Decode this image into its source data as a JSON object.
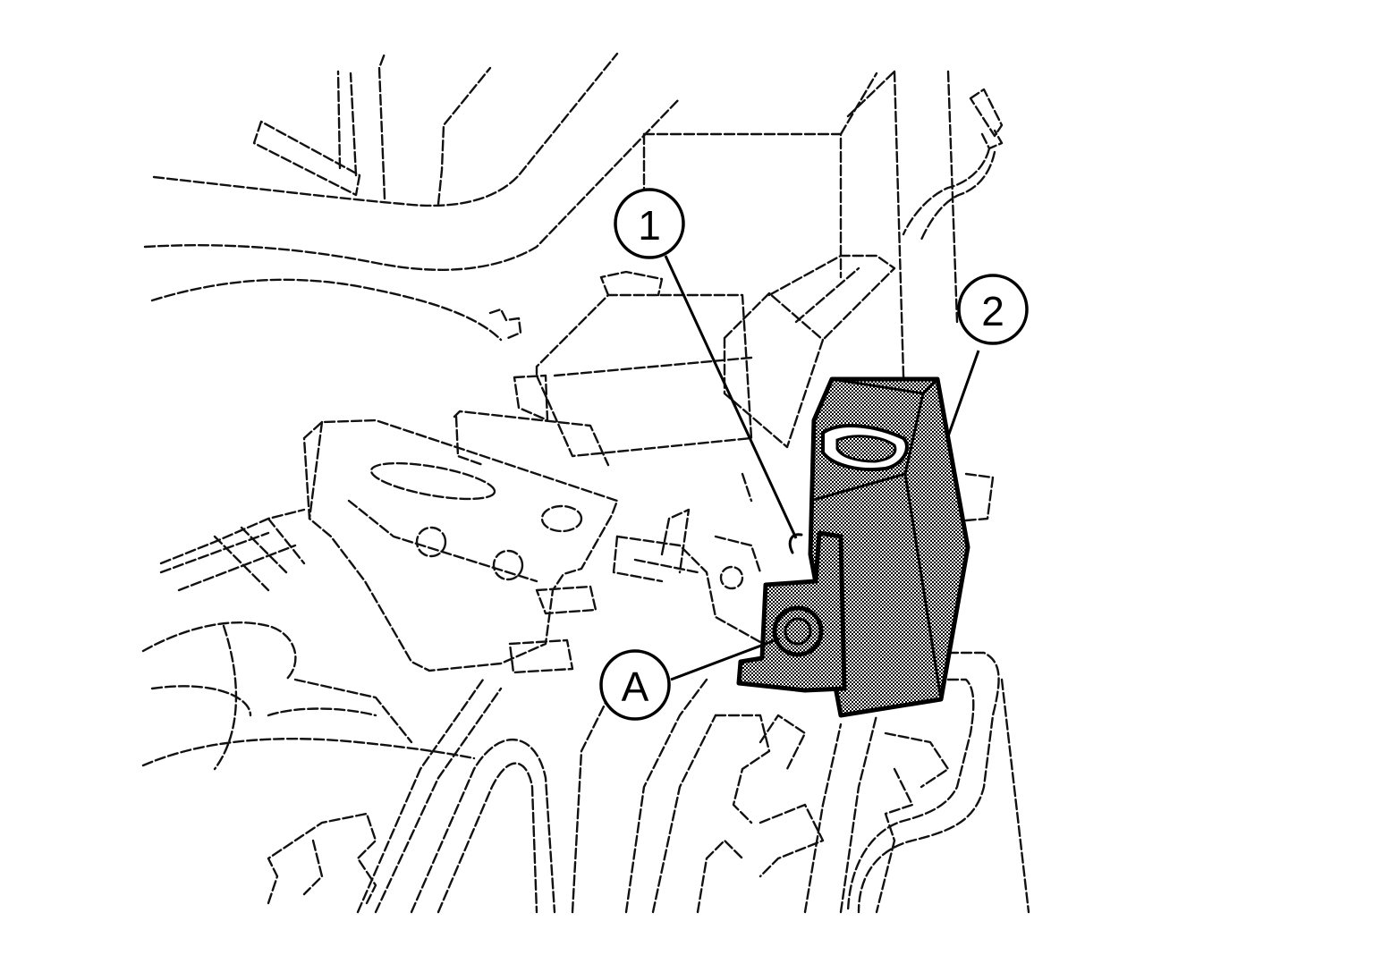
{
  "callouts": {
    "one": "1",
    "two": "2",
    "a": "A"
  },
  "colors": {
    "line": "#111111",
    "highlight_fill": "checker-halftone-gray"
  }
}
